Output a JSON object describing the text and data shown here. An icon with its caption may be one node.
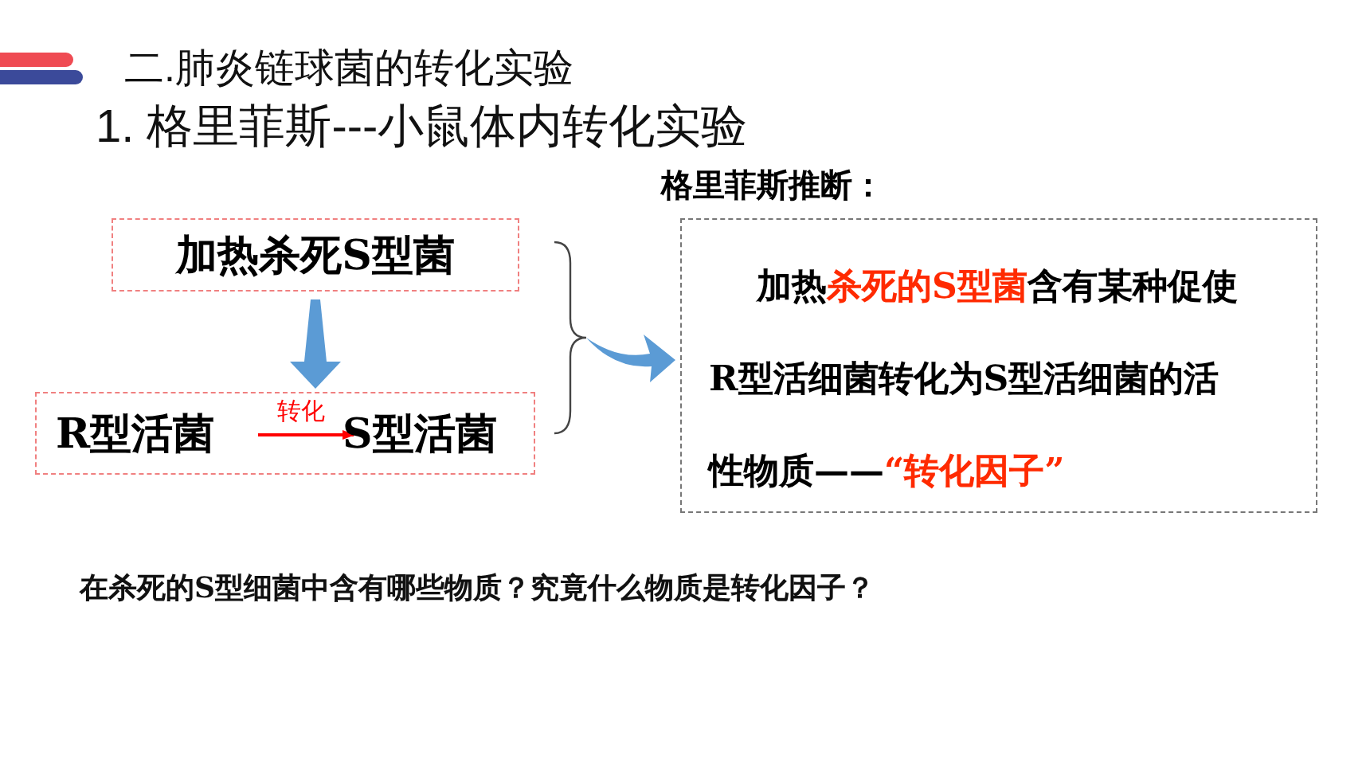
{
  "diagram": {
    "title": "二.肺炎链球菌的转化实验",
    "nodes": [
      {
        "text": [
          "加热杀死S型菌"
        ]
      },
      {
        "text": [],
        "shape": "box"
      },
      {
        "text": [
          "R型活菌"
        ],
        "in": 1
      },
      {
        "text": [
          "S型活菌"
        ],
        "in": 1
      },
      {
        "text": [
          "格里菲斯推断：",
          "加热**杀死的S型菌**含有某种促使R型活细菌转化为S型活细菌的活性物质——**“转化因子”**"
        ]
      }
    ],
    "edges": [
      {
        "from": 0,
        "to": 1,
        "arrow": "to",
        "style": "thick"
      },
      {
        "from": 2,
        "to": 3,
        "arrow": "to",
        "label": "转化",
        "color": "#ff0000"
      },
      {
        "from": null,
        "to": 4,
        "arrow": "to",
        "style": "thick"
      }
    ],
    "labels": [
      "1. 格里菲斯---小鼠体内转化实验",
      "在杀死的S型细菌中含有哪些物质？究竟什么物质是转化因子？"
    ]
  }
}
